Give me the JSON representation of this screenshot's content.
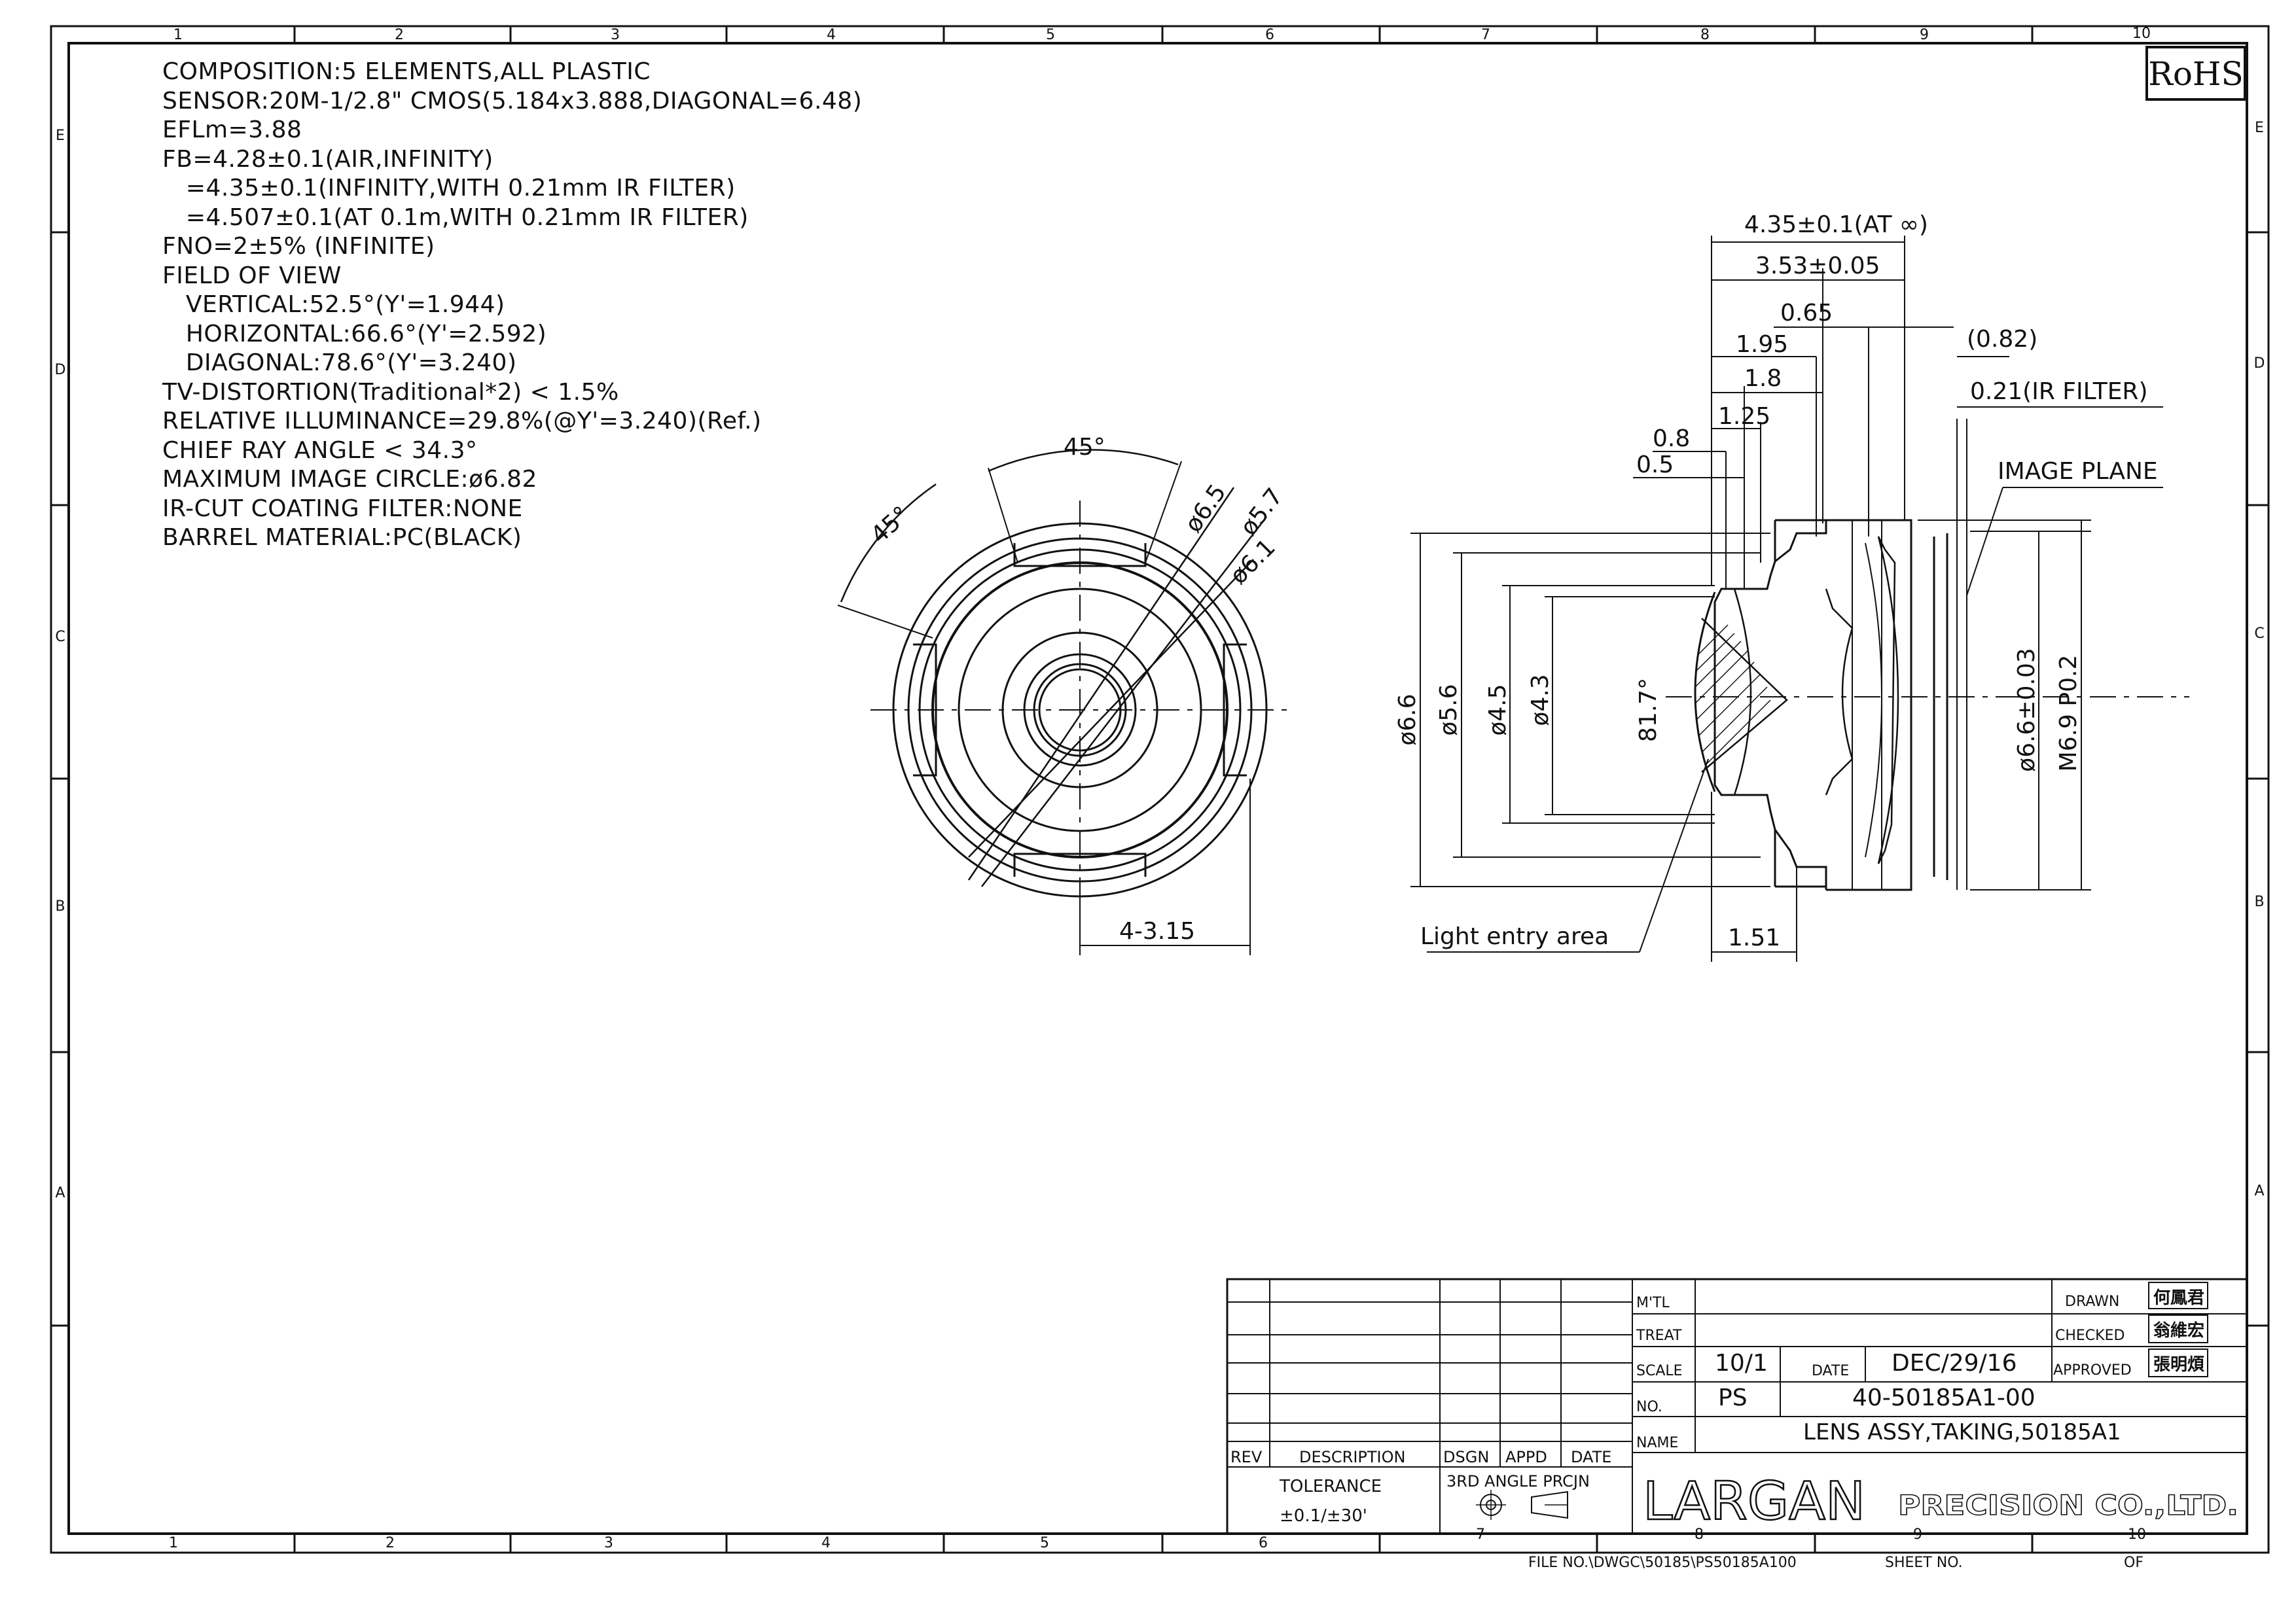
{
  "rohs": "RoHS",
  "grid": {
    "columns": [
      "1",
      "2",
      "3",
      "4",
      "5",
      "6",
      "7",
      "8",
      "9",
      "10"
    ],
    "rows": [
      "E",
      "D",
      "C",
      "B",
      "A"
    ]
  },
  "specs": [
    "COMPOSITION:5 ELEMENTS,ALL PLASTIC",
    "SENSOR:20M-1/2.8\" CMOS(5.184x3.888,DIAGONAL=6.48)",
    "EFLm=3.88",
    "FB=4.28±0.1(AIR,INFINITY)",
    "   =4.35±0.1(INFINITY,WITH 0.21mm IR FILTER)",
    "   =4.507±0.1(AT 0.1m,WITH 0.21mm IR FILTER)",
    "FNO=2±5% (INFINITE)",
    "FIELD OF VIEW",
    "   VERTICAL:52.5°(Y'=1.944)",
    "   HORIZONTAL:66.6°(Y'=2.592)",
    "   DIAGONAL:78.6°(Y'=3.240)",
    "TV-DISTORTION(Traditional*2) < 1.5%",
    "RELATIVE ILLUMINANCE=29.8%(@Y'=3.240)(Ref.)",
    "CHIEF RAY ANGLE < 34.3°",
    "MAXIMUM IMAGE CIRCLE:ø6.82",
    "IR-CUT COATING FILTER:NONE",
    "BARREL MATERIAL:PC(BLACK)"
  ],
  "front_view": {
    "angle_top": "45°",
    "angle_left": "45°",
    "dia_65": "ø6.5",
    "dia_57": "ø5.7",
    "dia_61": "ø6.1",
    "slot": "4-3.15"
  },
  "side_view": {
    "d_435": "4.35±0.1(AT ∞)",
    "d_353": "3.53±0.05",
    "d_065": "0.65",
    "d_195": "1.95",
    "d_082": "(0.82)",
    "d_18": "1.8",
    "d_021": "0.21(IR FILTER)",
    "d_125": "1.25",
    "d_08": "0.8",
    "d_05": "0.5",
    "image_plane": "IMAGE PLANE",
    "dia_66": "ø6.6",
    "dia_56": "ø5.6",
    "dia_45": "ø4.5",
    "dia_43": "ø4.3",
    "ang_817": "81.7°",
    "dia_thread": "ø6.6±0.03",
    "thread": "M6.9 P0.2",
    "light_entry": "Light entry area",
    "d_151": "1.51"
  },
  "title_block": {
    "mtl": "M'TL",
    "treat": "TREAT",
    "scale_label": "SCALE",
    "scale": "10/1",
    "date_label": "DATE",
    "date": "DEC/29/16",
    "no_label": "NO.",
    "ps": "PS",
    "number": "40-50185A1-00",
    "name_label": "NAME",
    "name": "LENS ASSY,TAKING,50185A1",
    "drawn": "DRAWN",
    "checked": "CHECKED",
    "approved": "APPROVED",
    "rev": "REV",
    "description": "DESCRIPTION",
    "dsgn": "DSGN",
    "appd": "APPD",
    "date_col": "DATE",
    "tolerance": "TOLERANCE",
    "tolerance_val": "±0.1/±30'",
    "projection": "3RD ANGLE PRCJN",
    "company_logo": "LARGAN",
    "company_tail": "PRECISION CO.,LTD.",
    "stamp_drawn": "何鳳君",
    "stamp_checked": "翁維宏",
    "stamp_approved": "張明煩"
  },
  "footer": {
    "file": "FILE NO.\\DWGC\\50185\\PS50185A100",
    "sheet": "SHEET NO.",
    "of": "OF"
  }
}
